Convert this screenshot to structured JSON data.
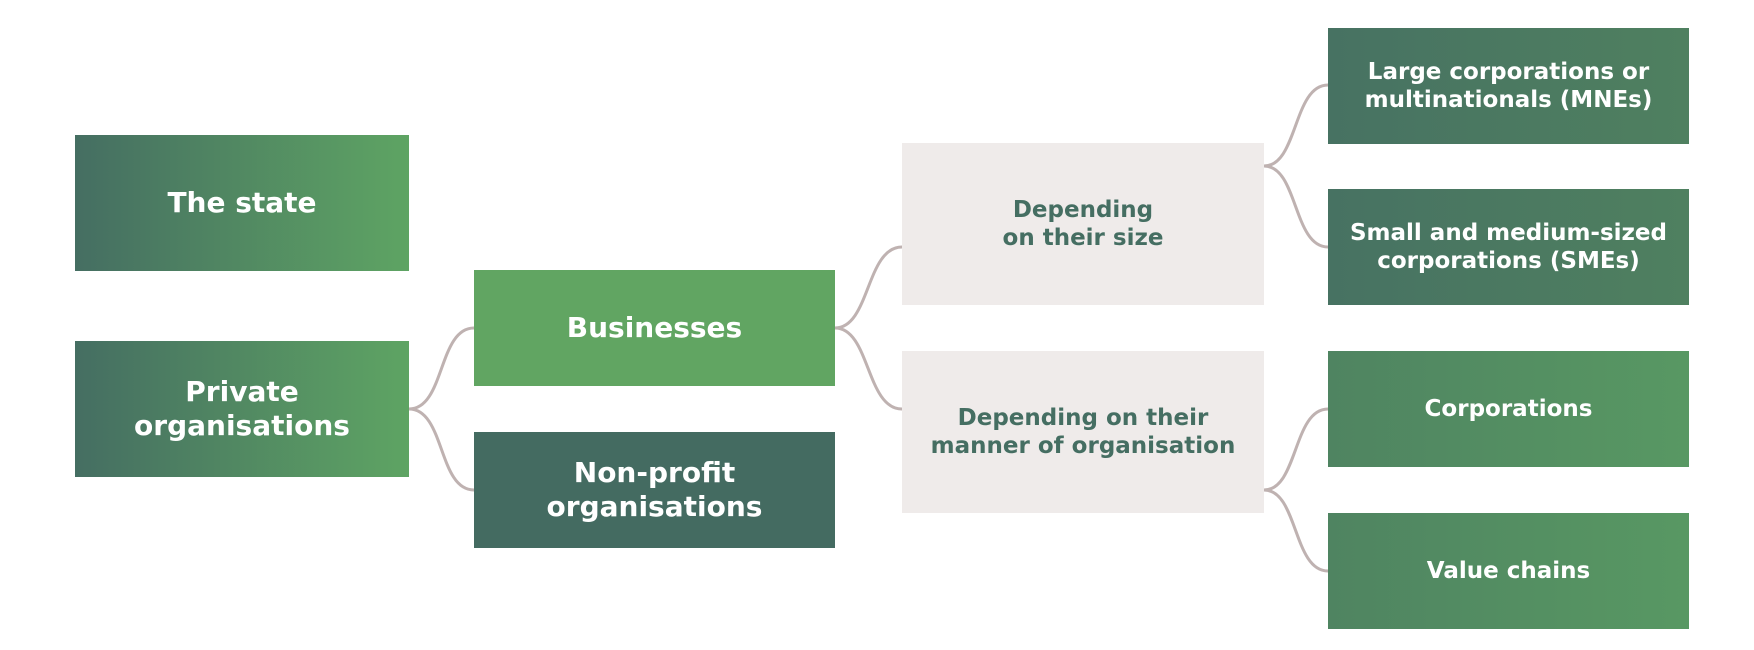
{
  "diagram": {
    "nodes": {
      "state": "The state",
      "private": "Private organisations",
      "businesses": "Businesses",
      "nonprofit": [
        "Non-profit",
        "organisations"
      ],
      "by_size": [
        "Depending",
        "on their size"
      ],
      "by_manner": [
        "Depending on their",
        "manner of organisation"
      ],
      "large": [
        "Large corporations or",
        "multinationals (MNEs)"
      ],
      "sme": [
        "Small and medium-sized",
        "corporations (SMEs)"
      ],
      "corporations": "Corporations",
      "value_chains": "Value chains"
    },
    "edges": [
      [
        "private",
        "businesses"
      ],
      [
        "private",
        "nonprofit"
      ],
      [
        "businesses",
        "by_size"
      ],
      [
        "businesses",
        "by_manner"
      ],
      [
        "by_size",
        "large"
      ],
      [
        "by_size",
        "sme"
      ],
      [
        "by_manner",
        "corporations"
      ],
      [
        "by_manner",
        "value_chains"
      ]
    ],
    "colors": {
      "dark_green": "#446b61",
      "green": "#61a562",
      "light_box": "#efebea",
      "light_text": "#456e62",
      "connector": "#bfb2b1"
    }
  }
}
